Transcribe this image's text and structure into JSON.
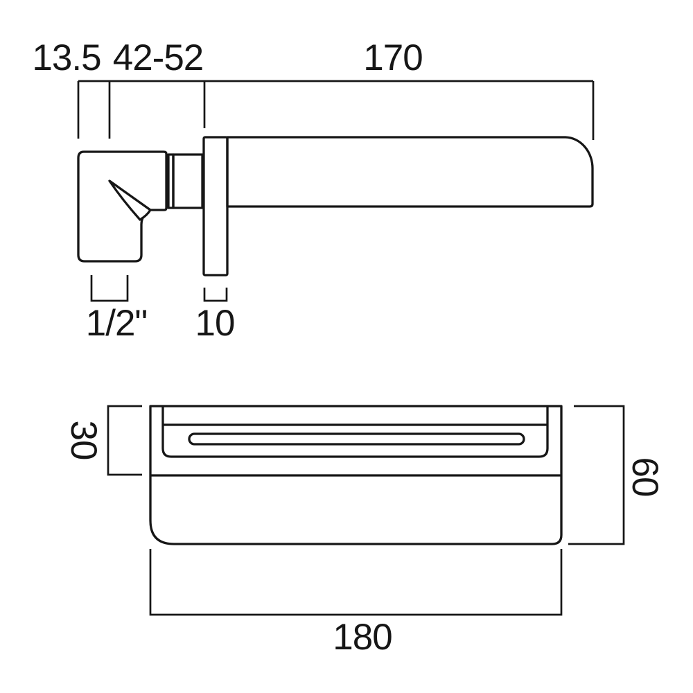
{
  "colors": {
    "line": "#161616",
    "background": "#ffffff"
  },
  "side_view": {
    "dimensions": {
      "handle_offset": "13.5",
      "wall_depth_range": "42-52",
      "spout_projection": "170",
      "inlet_thread": "1/2\"",
      "wall_plate_thickness": "10"
    }
  },
  "front_view": {
    "dimensions": {
      "spout_section_height": "30",
      "overall_height": "60",
      "overall_width": "180"
    }
  }
}
